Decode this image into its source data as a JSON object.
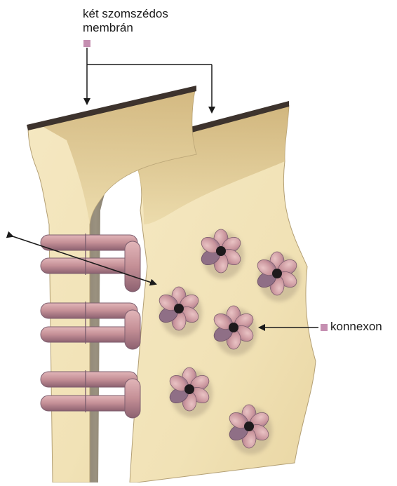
{
  "labels": {
    "membrane_line1": "két szomszédos",
    "membrane_line2": "membrán",
    "connexon": "konnexon"
  },
  "colors": {
    "membrane_fill": "#f1e2b6",
    "membrane_shade": "#d8bf86",
    "membrane_top": "#3d332d",
    "gap": "#8f8677",
    "connexon_fill": "#c99aa0",
    "connexon_shade": "#8f6f86",
    "marker": "#c58fb1",
    "arrow": "#1a1a1a"
  },
  "icons": {
    "marker": "square-marker-icon",
    "arrow": "arrow-icon"
  }
}
